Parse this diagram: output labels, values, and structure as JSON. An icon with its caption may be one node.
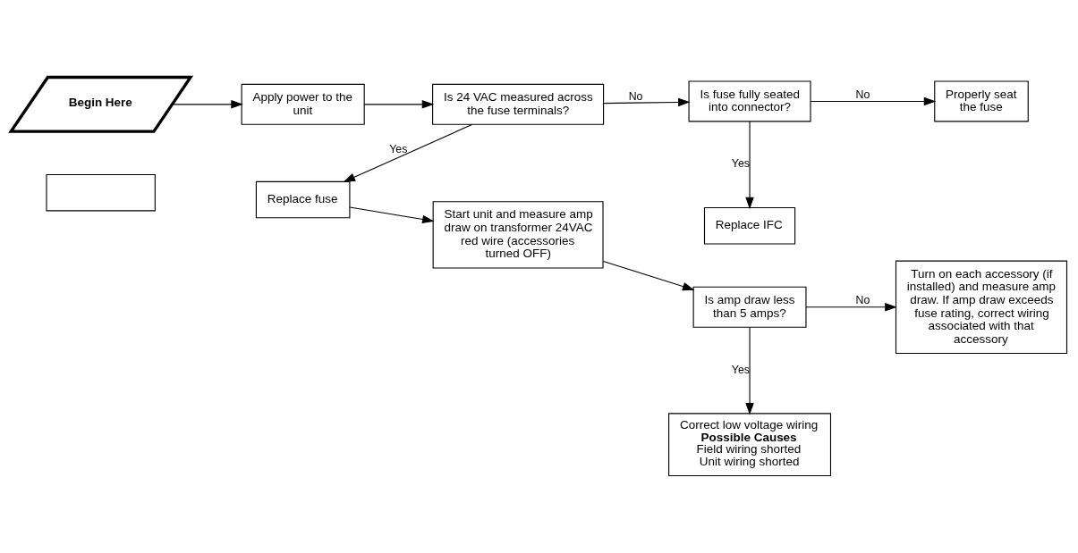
{
  "diagram": {
    "nodes": [
      {
        "text": [],
        "shape": "box"
      },
      {
        "text": [
          "Begin Here"
        ]
      },
      {
        "text": [
          "Apply power to the unit"
        ]
      },
      {
        "text": [
          "Is 24 VAC measured across the fuse terminals?"
        ]
      },
      {
        "text": [
          "Replace IFC"
        ]
      },
      {
        "text": [
          "Is fuse fully seated into connector?"
        ]
      },
      {
        "text": [
          "Properly seat the fuse"
        ]
      },
      {
        "text": [
          "Replace fuse"
        ]
      },
      {
        "text": [
          "Start unit and measure amp draw on transformer 24VAC red wire (accessories turned OFF)"
        ]
      },
      {
        "text": [
          "Is amp draw less than 5 amps?"
        ]
      },
      {
        "text": [
          "Turn on each accessory (if installed) and measure amp draw. If amp draw exceeds fuse rating, correct wiring associated with that accessory"
        ]
      },
      {
        "text": [
          "Correct low voltage wiring",
          "**Possible Causes**",
          "Field wiring shorted",
          "Unit wiring shorted"
        ]
      }
    ],
    "edges": [
      {
        "from": 1,
        "to": 2,
        "arrow": "to"
      },
      {
        "from": 2,
        "to": 3,
        "arrow": "to"
      },
      {
        "from": 3,
        "to": 5,
        "arrow": "to",
        "label": "No"
      },
      {
        "from": 3,
        "to": 7,
        "arrow": "to",
        "label": "Yes"
      },
      {
        "from": 5,
        "to": 6,
        "arrow": "to",
        "label": "No"
      },
      {
        "from": 5,
        "to": 4,
        "arrow": "to",
        "label": "Yes"
      },
      {
        "from": 7,
        "to": 8,
        "arrow": "to"
      },
      {
        "from": 8,
        "to": 9,
        "arrow": "to"
      },
      {
        "from": 9,
        "to": 10,
        "arrow": "to",
        "label": "No"
      },
      {
        "from": 9,
        "to": 11,
        "arrow": "to",
        "label": "Yes"
      }
    ]
  }
}
